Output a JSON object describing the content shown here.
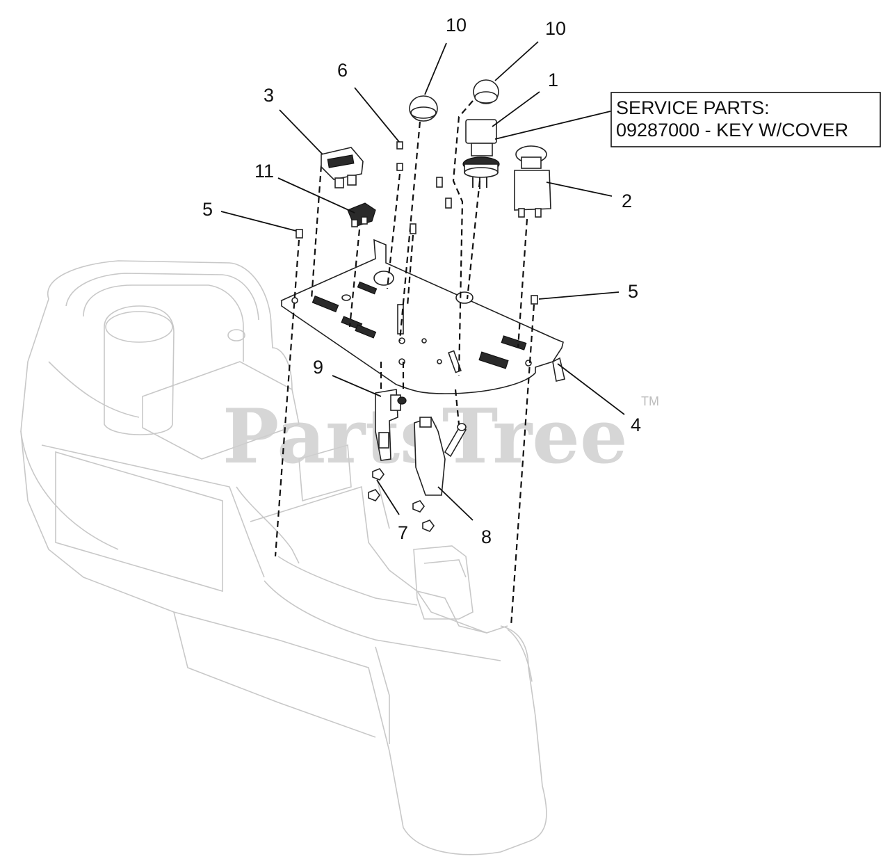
{
  "callouts": [
    {
      "id": "c10a",
      "label": "10"
    },
    {
      "id": "c10b",
      "label": "10"
    },
    {
      "id": "c1",
      "label": "1"
    },
    {
      "id": "c6",
      "label": "6"
    },
    {
      "id": "c3",
      "label": "3"
    },
    {
      "id": "c11",
      "label": "11"
    },
    {
      "id": "c5a",
      "label": "5"
    },
    {
      "id": "c2",
      "label": "2"
    },
    {
      "id": "c5b",
      "label": "5"
    },
    {
      "id": "c9",
      "label": "9"
    },
    {
      "id": "c4",
      "label": "4"
    },
    {
      "id": "c7",
      "label": "7"
    },
    {
      "id": "c8",
      "label": "8"
    }
  ],
  "service_parts": {
    "line1": "SERVICE PARTS:",
    "line2": "09287000 - KEY W/COVER"
  },
  "watermark": {
    "text": "PartsTree",
    "trademark": "TM"
  }
}
